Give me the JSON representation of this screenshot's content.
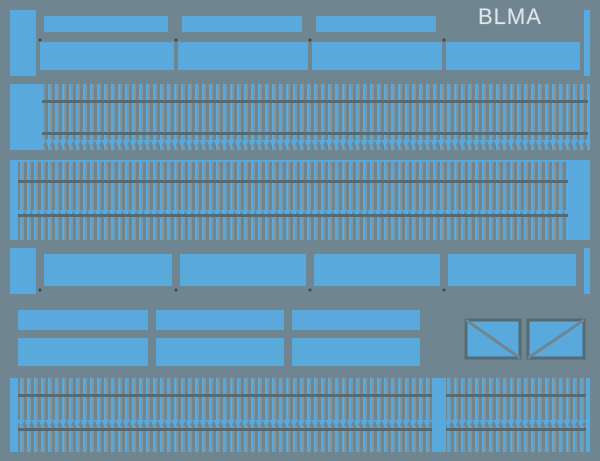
{
  "brand": {
    "logo_text": "BLMA"
  },
  "colors": {
    "background": "#5aa9dc",
    "metal": "#6f858f",
    "metal_dark": "#566a73",
    "picket_highlight": "#9aaeb6",
    "hole": "#3a4a52"
  },
  "picture": {
    "kind": "photo-etched fence sheet",
    "fence_runs": 4,
    "rail_sections": 3,
    "gate_frames": 2
  }
}
